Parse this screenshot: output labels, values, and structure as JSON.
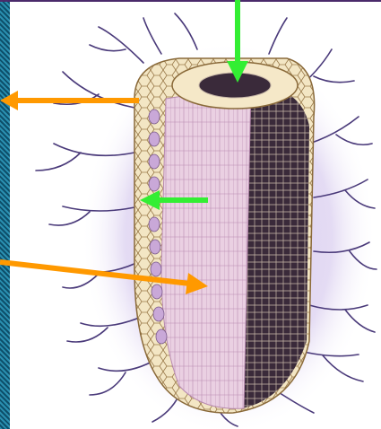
{
  "figure": {
    "subject": "root-cross-section-illustration",
    "colors": {
      "background": "#ffffff",
      "border": "#1b6f8f",
      "root_hair": "#4a3a7a",
      "halo": "#c9b8e8",
      "cortex_cells": "#f3e6c4",
      "cell_walls": "#8a6a3a",
      "xylem_tissue": "#e8c8dc",
      "dark_interior": "#3a2a3a",
      "arrow_green": "#33ee33",
      "arrow_orange": "#ff9900"
    },
    "arrows": [
      {
        "name": "top-green-arrow",
        "color": "green",
        "direction": "down"
      },
      {
        "name": "upper-orange-arrow",
        "color": "orange",
        "direction": "left"
      },
      {
        "name": "middle-green-arrow",
        "color": "green",
        "direction": "left"
      },
      {
        "name": "lower-orange-arrow",
        "color": "orange",
        "direction": "right"
      }
    ]
  }
}
